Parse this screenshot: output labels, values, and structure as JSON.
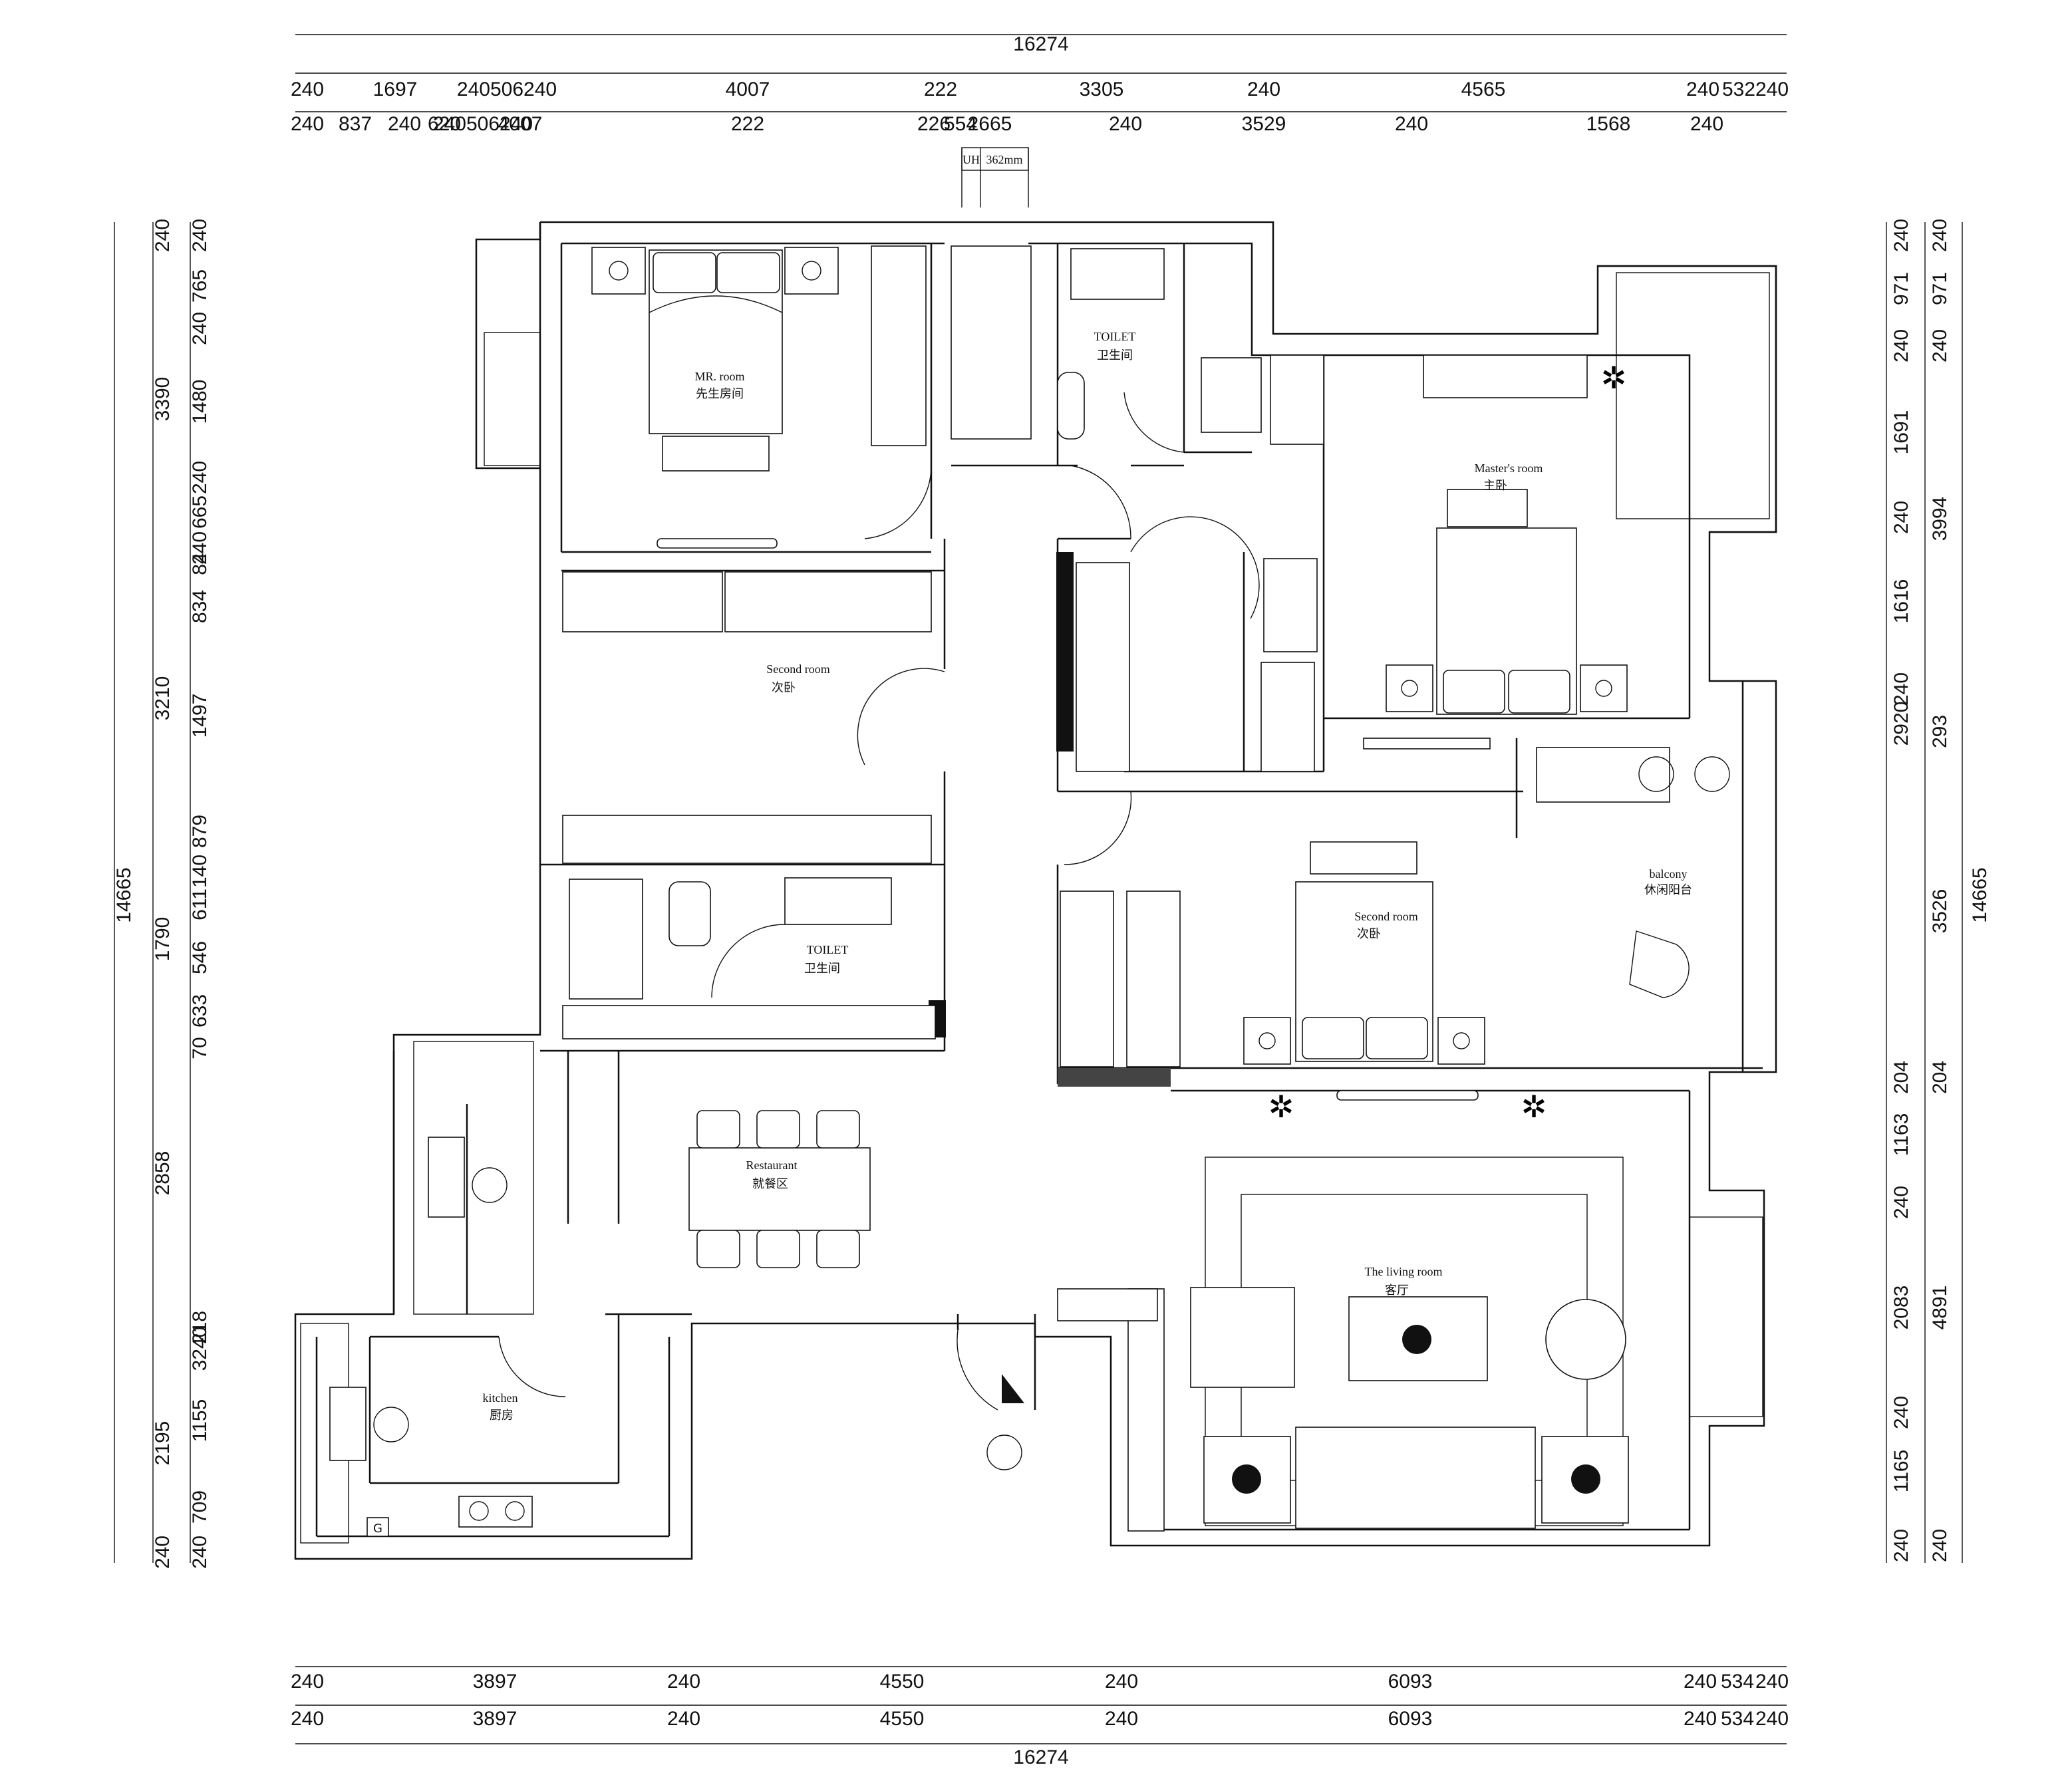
{
  "drawing": {
    "overall_width": "16274",
    "overall_height": "14665"
  },
  "dims": {
    "top_row1": [
      "240",
      "1697",
      "240506240",
      "4007",
      "222",
      "3305",
      "240",
      "4565",
      "240",
      "532",
      "240"
    ],
    "top_row2": [
      "240",
      "837",
      "240",
      "620",
      "240506240",
      "4007",
      "222",
      "226",
      "554",
      "2665",
      "240",
      "3529",
      "240",
      "1568",
      "240"
    ],
    "bottom_row1": [
      "240",
      "3897",
      "240",
      "4550",
      "240",
      "6093",
      "240",
      "534",
      "240"
    ],
    "bottom_row2": [
      "240",
      "3897",
      "240",
      "4550",
      "240",
      "6093",
      "240",
      "534",
      "240"
    ],
    "left_outer": [
      "240",
      "3390",
      "3210",
      "1790",
      "2858",
      "2195",
      "240"
    ],
    "left_inner": [
      "240",
      "765",
      "240",
      "1480",
      "240",
      "665",
      "240",
      "84",
      "834",
      "1497",
      "879",
      "140",
      "611",
      "546",
      "633",
      "70",
      "218",
      "3240",
      "1155",
      "709",
      "240"
    ],
    "right_inner": [
      "240",
      "971",
      "240",
      "1691",
      "240",
      "1616",
      "240",
      "2920",
      "204",
      "1163",
      "240",
      "2083",
      "240",
      "1165",
      "240"
    ],
    "right_outer": [
      "240",
      "971",
      "240",
      "3994",
      "293",
      "3526",
      "204",
      "4891",
      "240"
    ],
    "window_tag": [
      "UH",
      "362mm"
    ]
  },
  "rooms": {
    "mr_room_en": "MR. room",
    "mr_room_cn": "先生房间",
    "toilet_top_en": "TOILET",
    "toilet_top_cn": "卫生间",
    "master_en": "Master's room",
    "master_cn": "主卧",
    "second_left_en": "Second room",
    "second_left_cn": "次卧",
    "toilet_mid_en": "TOILET",
    "toilet_mid_cn": "卫生间",
    "second_right_en": "Second room",
    "second_right_cn": "次卧",
    "balcony_en": "balcony",
    "balcony_cn": "休闲阳台",
    "restaurant_en": "Restaurant",
    "restaurant_cn": "就餐区",
    "living_en": "The living room",
    "living_cn": "客厅",
    "kitchen_en": "kitchen",
    "kitchen_cn": "厨房",
    "gas_label": "G"
  }
}
